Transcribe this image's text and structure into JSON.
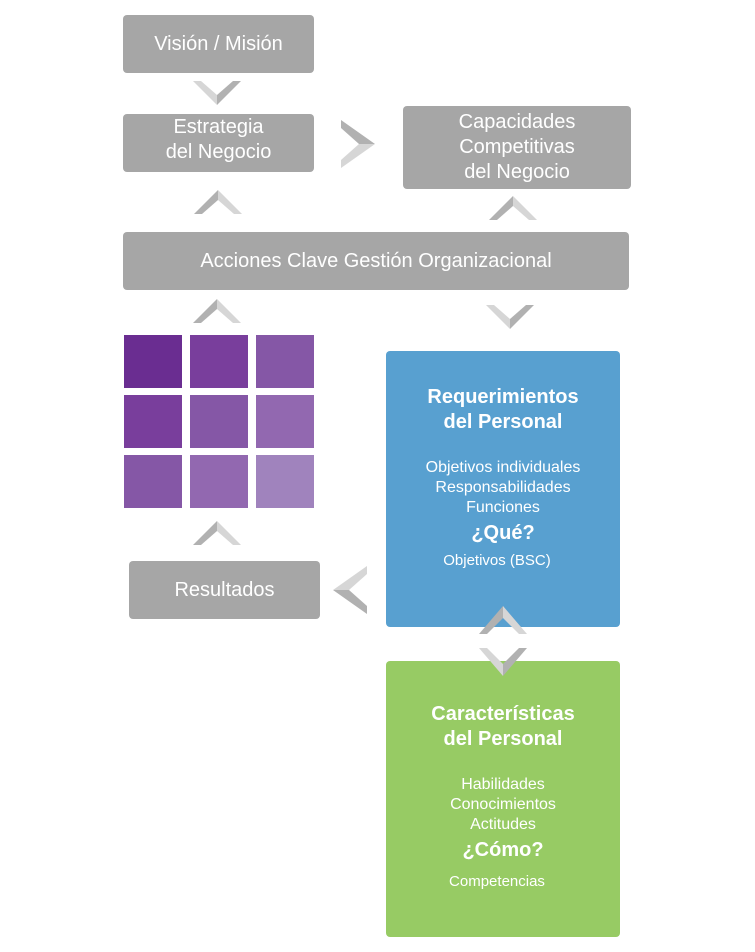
{
  "boxes": {
    "vision": "Visión / Misión",
    "strategy": [
      "Estrategia",
      "del Negocio"
    ],
    "capabilities": [
      "Capacidades",
      "Competitivas",
      "del Negocio"
    ],
    "actions": "Acciones Clave Gestión Organizacional",
    "results": "Resultados"
  },
  "requirements_card": {
    "title": [
      "Requerimientos",
      "del Personal"
    ],
    "items": [
      "Objetivos individuales",
      "Responsabilidades",
      "Funciones"
    ],
    "question": "¿Qué?",
    "footer": "Objetivos (BSC)"
  },
  "characteristics_card": {
    "title": [
      "Características",
      "del Personal"
    ],
    "items": [
      "Habilidades",
      "Conocimientos",
      "Actitudes"
    ],
    "question": "¿Cómo?",
    "footer": "Competencias"
  },
  "colors": {
    "gray_box": "#a6a6a6",
    "blue_card": "#58a0d0",
    "green_card": "#97cb64",
    "arrow_dark": "#b1b1b1",
    "arrow_light": "#d6d6d6",
    "grid": [
      "#6a2d91",
      "#793e9c",
      "#8557a6",
      "#793e9c",
      "#8557a6",
      "#9268b0",
      "#8557a6",
      "#9268b0",
      "#a083bd"
    ]
  }
}
